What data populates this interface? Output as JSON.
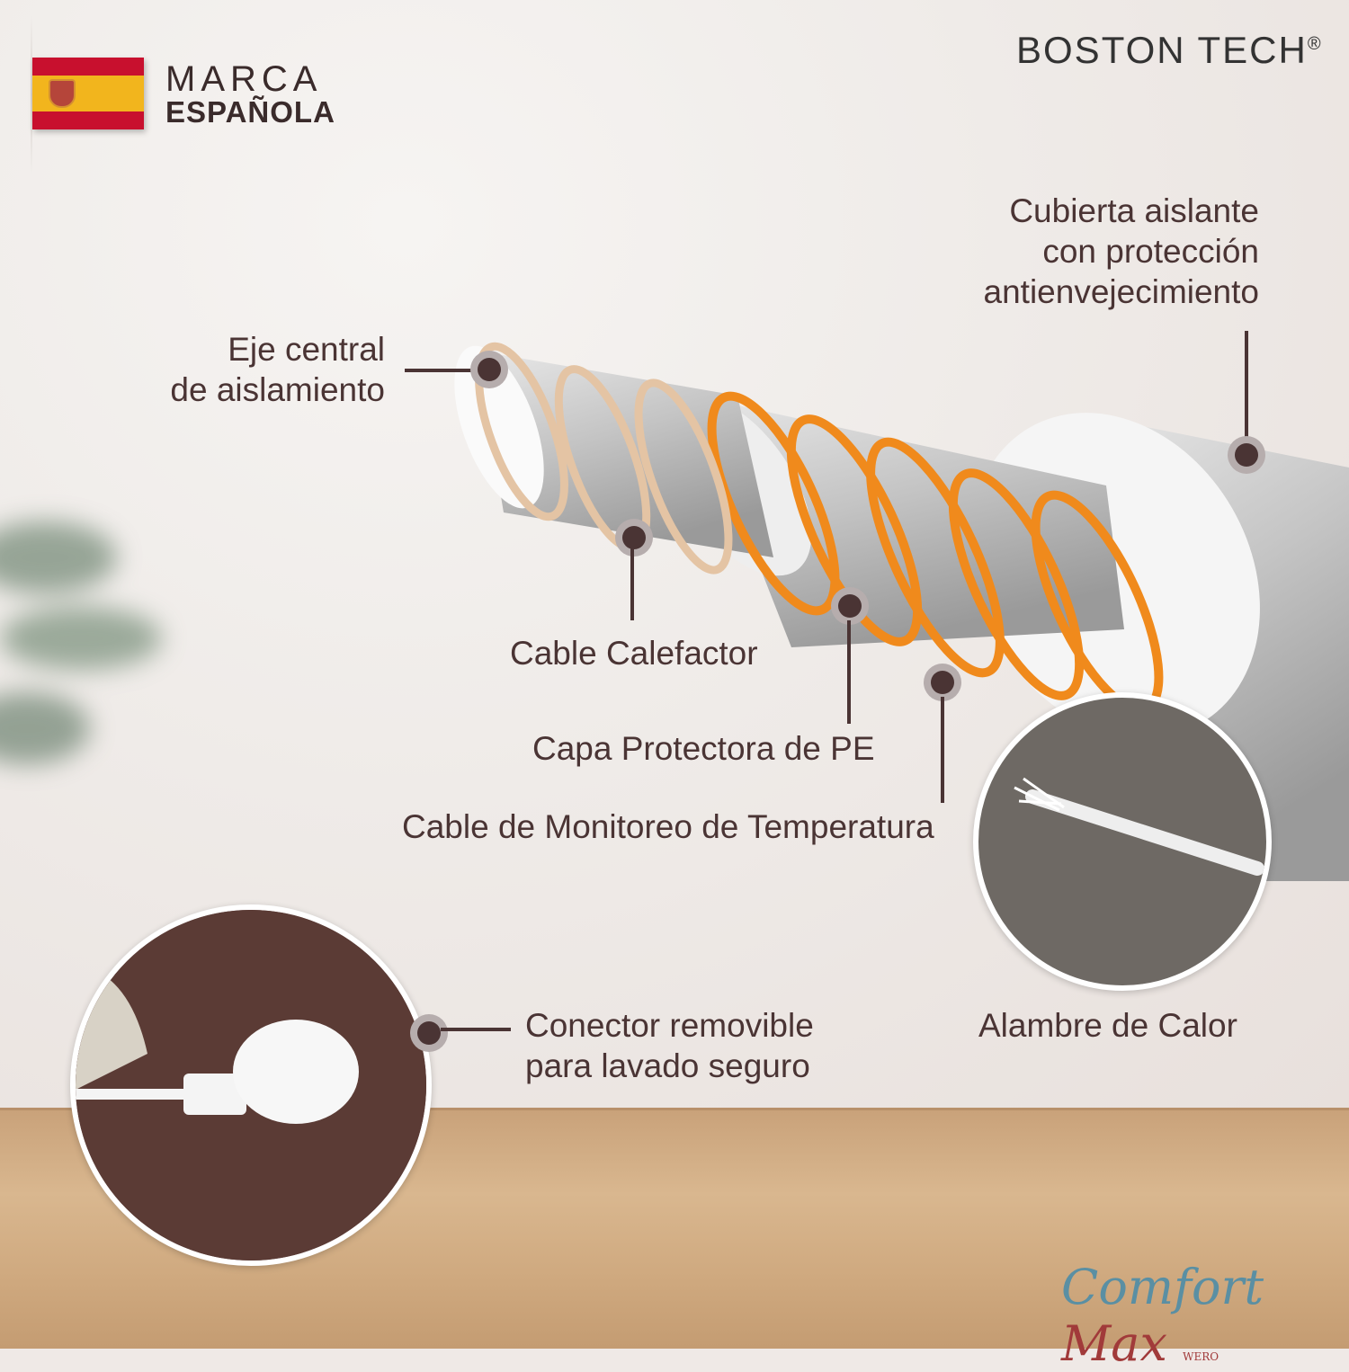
{
  "flag": {
    "country": "Spain",
    "colors": {
      "red": "#c8102e",
      "yellow": "#f2b51d"
    }
  },
  "origin": {
    "line1": "MARCA",
    "line2": "ESPAÑOLA"
  },
  "brand": {
    "name": "BOSTON TECH",
    "mark": "®"
  },
  "labels": {
    "cubierta": [
      "Cubierta aislante",
      "con protección",
      "antienvejecimiento"
    ],
    "eje": [
      "Eje central",
      "de aislamiento"
    ],
    "cable_calefactor": "Cable Calefactor",
    "capa_pe": "Capa Protectora de PE",
    "monitoreo": "Cable de Monitoreo de Temperatura",
    "conector": [
      "Conector removible",
      "para lavado seguro"
    ],
    "alambre": "Alambre de Calor"
  },
  "logo": {
    "text1": "Comfort",
    "text2": "Max",
    "sub": "WERO"
  },
  "colors": {
    "text": "#4a3434",
    "heating_wire": "#f08a1c",
    "cable": "#c9c9c9"
  }
}
